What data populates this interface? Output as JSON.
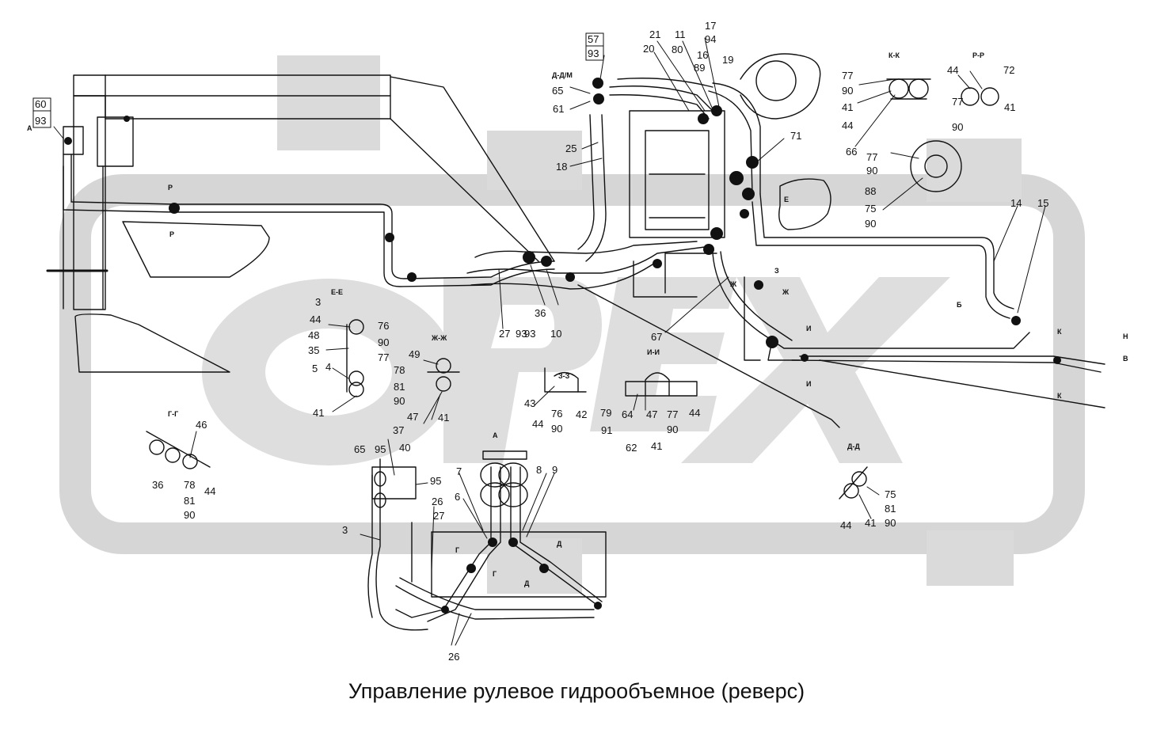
{
  "title": "Управление рулевое гидрообъемное (реверс)",
  "watermark": "OPEX",
  "colors": {
    "ink": "#111111",
    "watermark": "#d2d2d2",
    "background": "#ffffff"
  },
  "section_labels": [
    "Д-Д/М",
    "К-К",
    "Р-Р",
    "Е-Е",
    "Ж-Ж",
    "З-З",
    "И-И",
    "Г-Г",
    "Д-Д",
    "А",
    "Р",
    "Р",
    "Е",
    "З",
    "Ж",
    "Ж",
    "И",
    "И",
    "К",
    "К",
    "Б",
    "Г",
    "Г",
    "Д",
    "Д",
    "Н",
    "В",
    "А"
  ],
  "callouts": [
    "60",
    "93",
    "57",
    "93",
    "21",
    "11",
    "17",
    "94",
    "80",
    "16",
    "20",
    "89",
    "19",
    "65",
    "61",
    "25",
    "18",
    "71",
    "77",
    "90",
    "41",
    "44",
    "66",
    "44",
    "72",
    "77",
    "90",
    "41",
    "77",
    "90",
    "88",
    "75",
    "90",
    "14",
    "15",
    "3",
    "44",
    "48",
    "35",
    "76",
    "90",
    "77",
    "4",
    "5",
    "41",
    "49",
    "78",
    "81",
    "90",
    "47",
    "41",
    "43",
    "44",
    "76",
    "90",
    "42",
    "79",
    "91",
    "64",
    "47",
    "77",
    "90",
    "44",
    "62",
    "41",
    "36",
    "93",
    "10",
    "27",
    "93",
    "67",
    "46",
    "36",
    "78",
    "81",
    "90",
    "44",
    "65",
    "95",
    "37",
    "40",
    "95",
    "26",
    "27",
    "3",
    "7",
    "6",
    "8",
    "9",
    "26",
    "75",
    "81",
    "90",
    "44",
    "41"
  ]
}
